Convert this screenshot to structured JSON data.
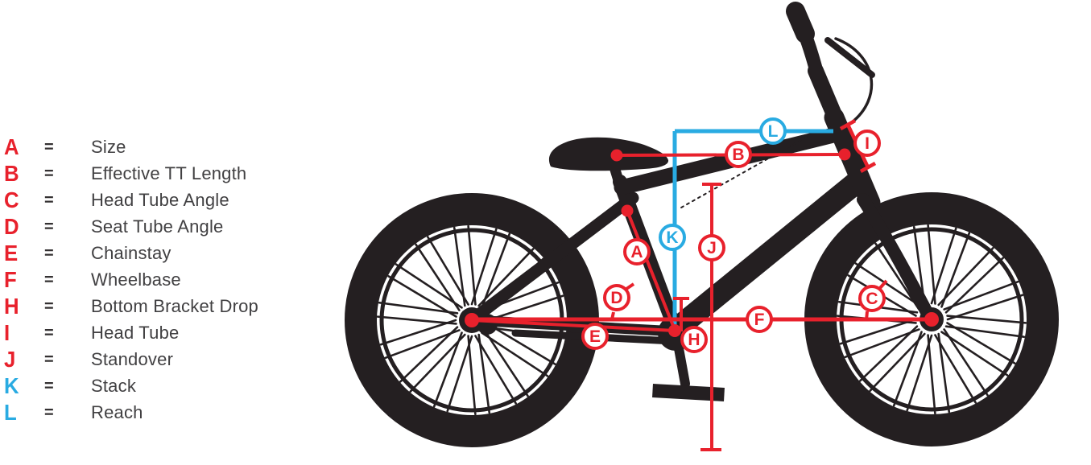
{
  "colors": {
    "red": "#E8212C",
    "blue": "#29ABE2",
    "dark": "#241F21",
    "label": "#414042",
    "equals": "#343132",
    "background": "#FFFFFF"
  },
  "legend": {
    "equals": "=",
    "items": [
      {
        "letter": "A",
        "label": "Size",
        "color": "red"
      },
      {
        "letter": "B",
        "label": "Effective TT Length",
        "color": "red"
      },
      {
        "letter": "C",
        "label": "Head Tube Angle",
        "color": "red"
      },
      {
        "letter": "D",
        "label": "Seat Tube Angle",
        "color": "red"
      },
      {
        "letter": "E",
        "label": "Chainstay",
        "color": "red"
      },
      {
        "letter": "F",
        "label": "Wheelbase",
        "color": "red"
      },
      {
        "letter": "H",
        "label": "Bottom Bracket Drop",
        "color": "red"
      },
      {
        "letter": "I",
        "label": "Head Tube",
        "color": "red"
      },
      {
        "letter": "J",
        "label": "Standover",
        "color": "red"
      },
      {
        "letter": "K",
        "label": "Stack",
        "color": "blue"
      },
      {
        "letter": "L",
        "label": "Reach",
        "color": "blue"
      }
    ]
  },
  "diagram": {
    "markers": [
      {
        "letter": "A",
        "measure": "Size",
        "color": "red"
      },
      {
        "letter": "B",
        "measure": "Effective TT Length",
        "color": "red"
      },
      {
        "letter": "C",
        "measure": "Head Tube Angle",
        "color": "red"
      },
      {
        "letter": "D",
        "measure": "Seat Tube Angle",
        "color": "red"
      },
      {
        "letter": "E",
        "measure": "Chainstay",
        "color": "red"
      },
      {
        "letter": "F",
        "measure": "Wheelbase",
        "color": "red"
      },
      {
        "letter": "H",
        "measure": "Bottom Bracket Drop",
        "color": "red"
      },
      {
        "letter": "I",
        "measure": "Head Tube",
        "color": "red"
      },
      {
        "letter": "J",
        "measure": "Standover",
        "color": "red"
      },
      {
        "letter": "K",
        "measure": "Stack",
        "color": "blue"
      },
      {
        "letter": "L",
        "measure": "Reach",
        "color": "blue"
      }
    ]
  }
}
